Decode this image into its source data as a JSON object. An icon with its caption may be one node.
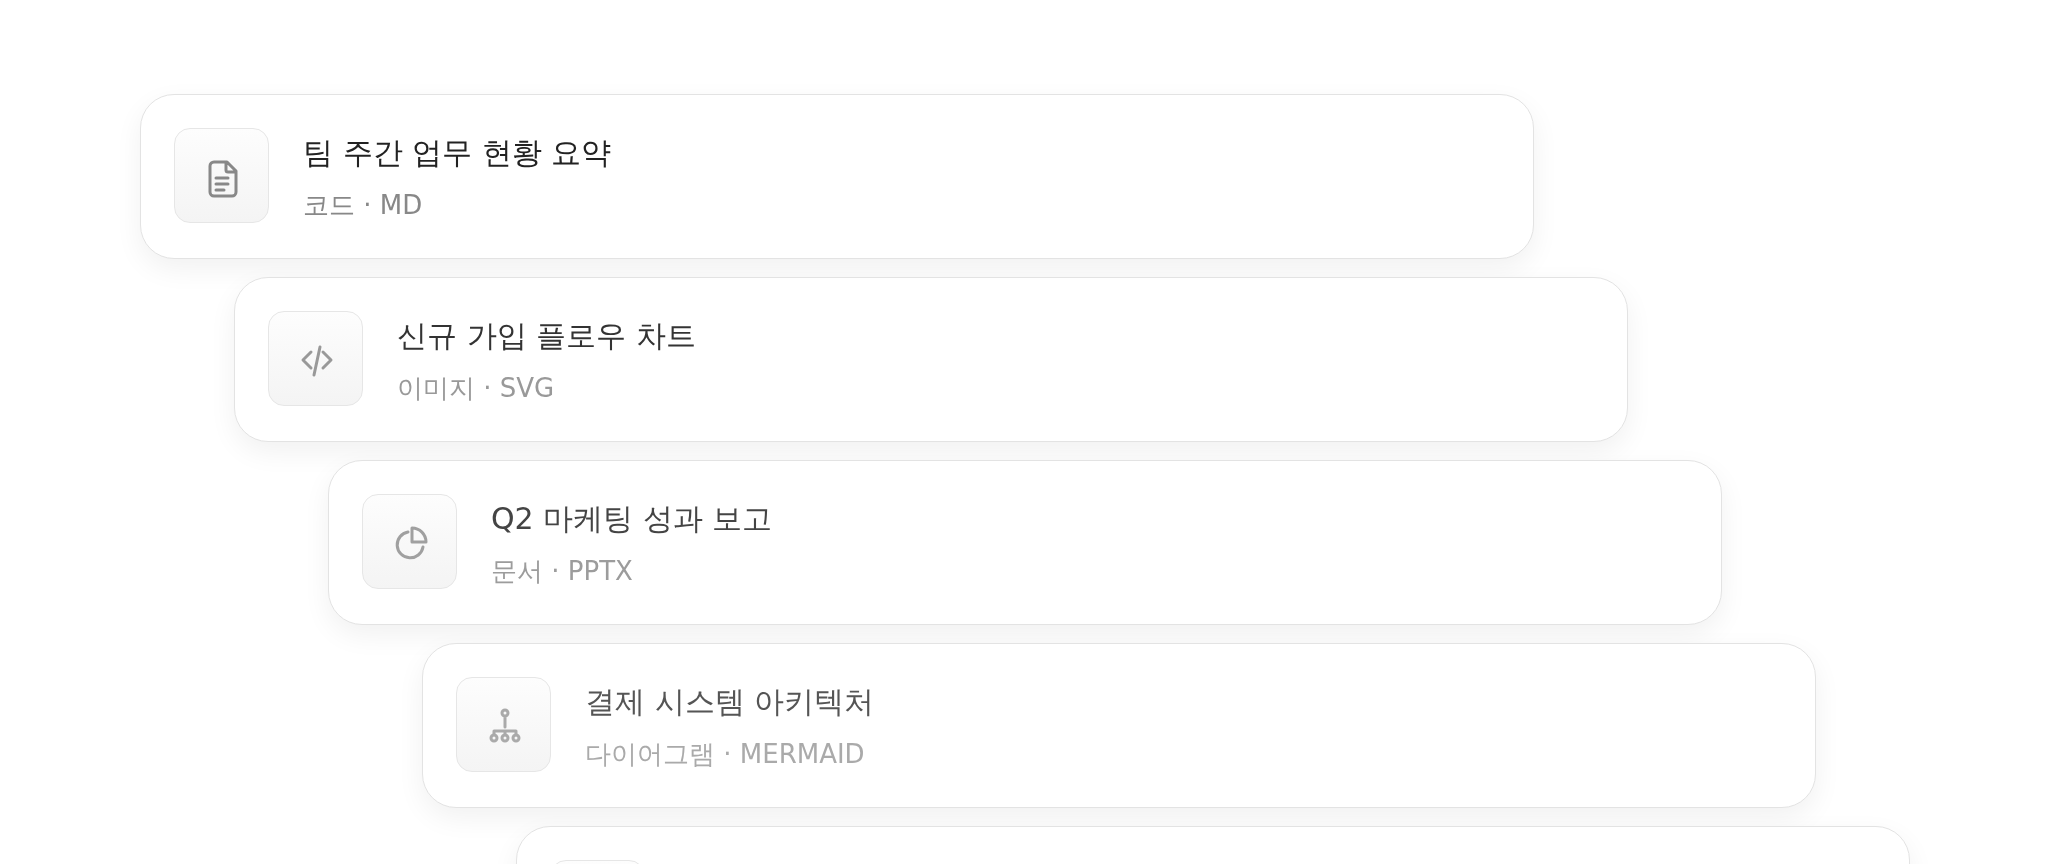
{
  "diagram": {
    "nodes": [
      {
        "text": [
          "팀 주간 업무 현황 요약",
          "코드 · MD"
        ]
      },
      {
        "text": [
          "신규 가입 플로우 차트",
          "이미지 · SVG"
        ]
      },
      {
        "text": [
          "Q2 마케팅 성과 보고",
          "문서 · PPTX"
        ]
      },
      {
        "text": [
          "결제 시스템 아키텍처",
          "다이어그램 · MERMAID"
        ]
      },
      {
        "text": [],
        "shape": "box"
      }
    ]
  }
}
